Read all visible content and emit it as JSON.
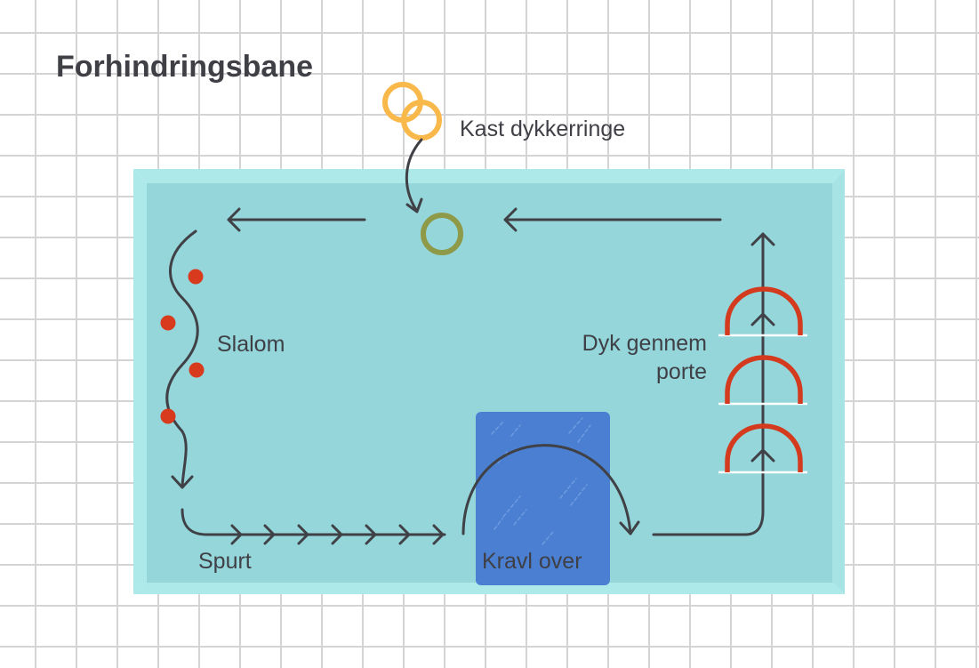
{
  "title": "Forhindringsbane",
  "labels": {
    "rings": "Kast dykkerringe",
    "slalom": "Slalom",
    "gates_line1": "Dyk gennem",
    "gates_line2": "porte",
    "sprint": "Spurt",
    "crawl": "Kravl over"
  },
  "icons": {
    "rings": "two-rings-icon",
    "target": "ring-target-icon",
    "obstacle": "blue-mat"
  },
  "colors": {
    "pool_water": "#94d6da",
    "pool_rim": "#aee9ea",
    "mat": "#4a7fd1",
    "rings": "#f9b84a",
    "target_ring": "#8e9a48",
    "buoys": "#d83a1e",
    "gates": "#d43a1d",
    "arrows": "#404146"
  }
}
